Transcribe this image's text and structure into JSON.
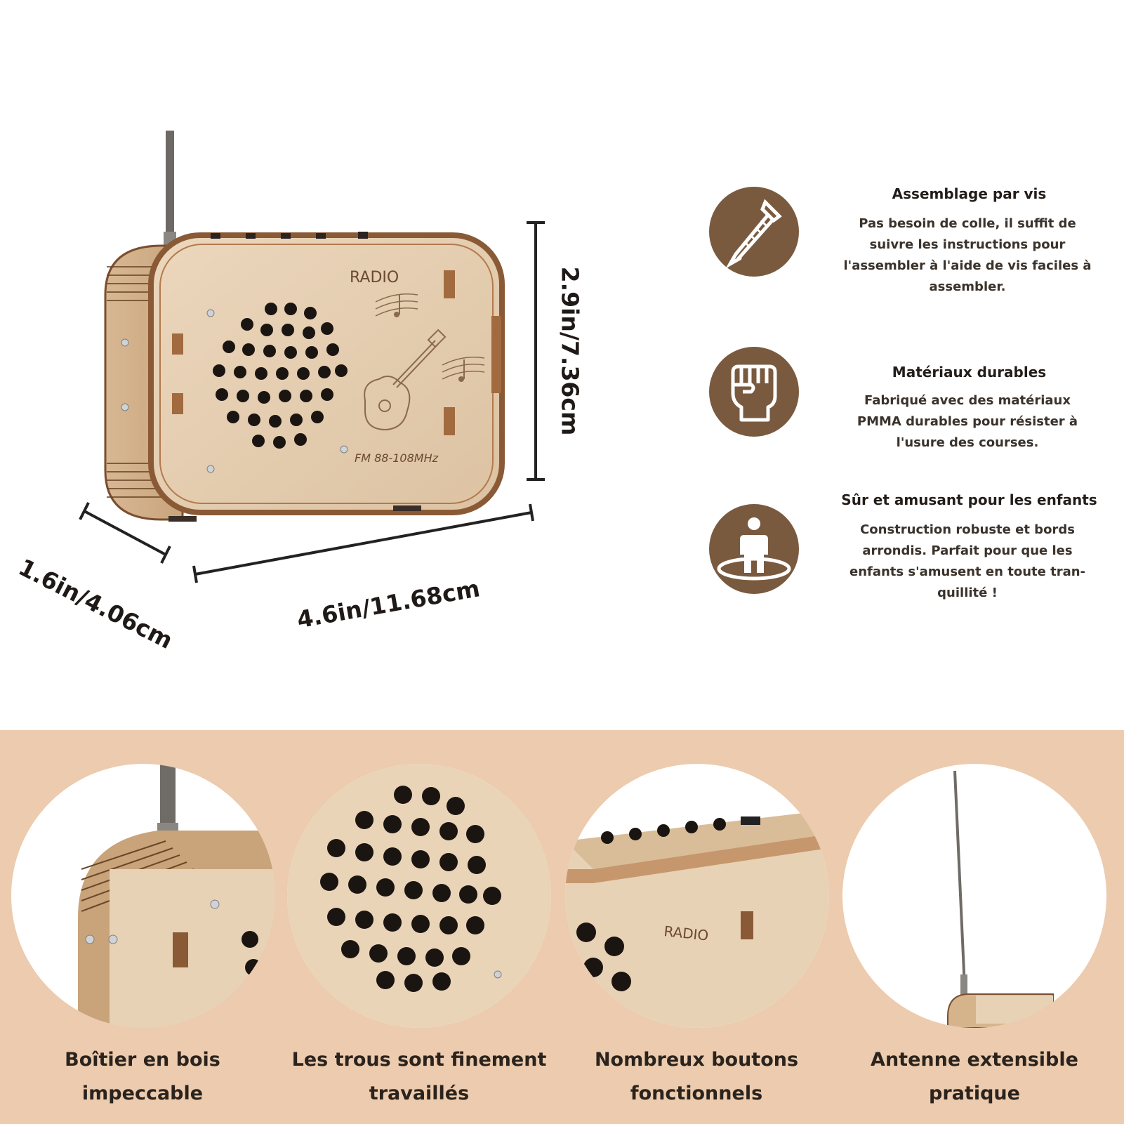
{
  "product": {
    "front_label": "RADIO",
    "band_label": "FM 88-108MHz"
  },
  "dimensions": {
    "height": "2.9in/7.36cm",
    "depth": "1.6in/4.06cm",
    "width": "4.6in/11.68cm"
  },
  "features": [
    {
      "icon": "screw-icon",
      "title": "Assemblage par vis",
      "lines": [
        "Pas besoin de colle, il suffit de",
        "suivre les instructions pour",
        "l'assembler à l'aide de vis faciles à",
        "assembler."
      ]
    },
    {
      "icon": "fist-icon",
      "title": "Matériaux durables",
      "lines": [
        "Fabriqué avec des matériaux",
        "PMMA durables pour résister à",
        "l'usure des courses."
      ]
    },
    {
      "icon": "child-safety-icon",
      "title": "Sûr et amusant pour les enfants",
      "lines": [
        "Construction robuste et bords",
        "arrondis. Parfait pour que les",
        "enfants s'amusent en toute tran-",
        "quillité !"
      ]
    }
  ],
  "details": [
    {
      "lines": [
        "Boîtier en bois",
        "impeccable"
      ]
    },
    {
      "lines": [
        "Les trous sont finement",
        "travaillés"
      ]
    },
    {
      "lines": [
        "Nombreux boutons",
        "fonctionnels"
      ]
    },
    {
      "lines": [
        "Antenne extensible",
        "pratique"
      ]
    }
  ],
  "colors": {
    "icon_circle": "#7a5a3f",
    "band_background": "#eccbae",
    "wood_light": "#e8d2b6",
    "wood_edge": "#8a5a36"
  }
}
